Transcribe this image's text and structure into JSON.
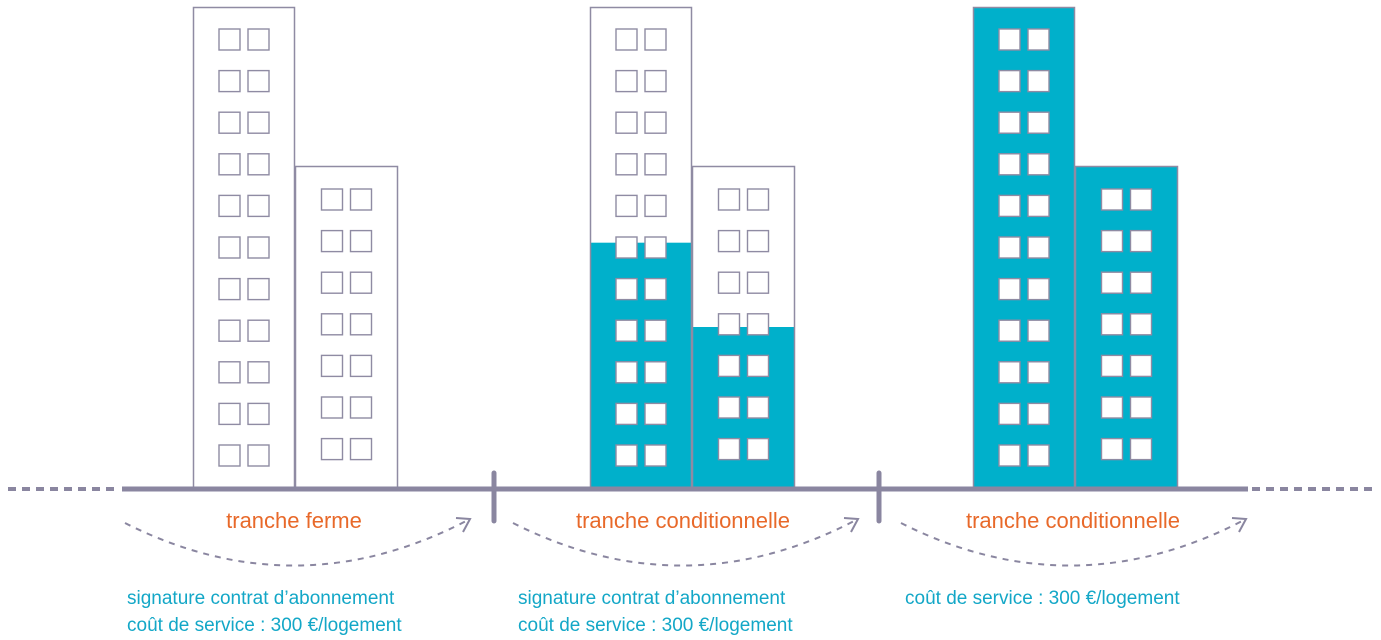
{
  "colors": {
    "outline": "#8f8ba3",
    "fill": "#00b0cb",
    "phase_title": "#e8692a",
    "note": "#13a7c7",
    "timeline": "#8a86a0"
  },
  "icons": [
    "building-icon",
    "window-icon",
    "dashed-arrow-icon"
  ],
  "phases": [
    {
      "title": "tranche ferme",
      "notes": [
        "signature contrat d’abonnement",
        "coût de service : 300 €/logement"
      ],
      "tall_building_fill_fraction": 0,
      "short_building_fill_fraction": 0
    },
    {
      "title": "tranche conditionnelle",
      "notes": [
        "signature contrat d’abonnement",
        "coût de service : 300 €/logement"
      ],
      "tall_building_fill_fraction": 0.51,
      "short_building_fill_fraction": 0.5
    },
    {
      "title": "tranche conditionnelle",
      "notes": [
        "coût de service : 300 €/logement"
      ],
      "tall_building_fill_fraction": 1,
      "short_building_fill_fraction": 1
    }
  ]
}
